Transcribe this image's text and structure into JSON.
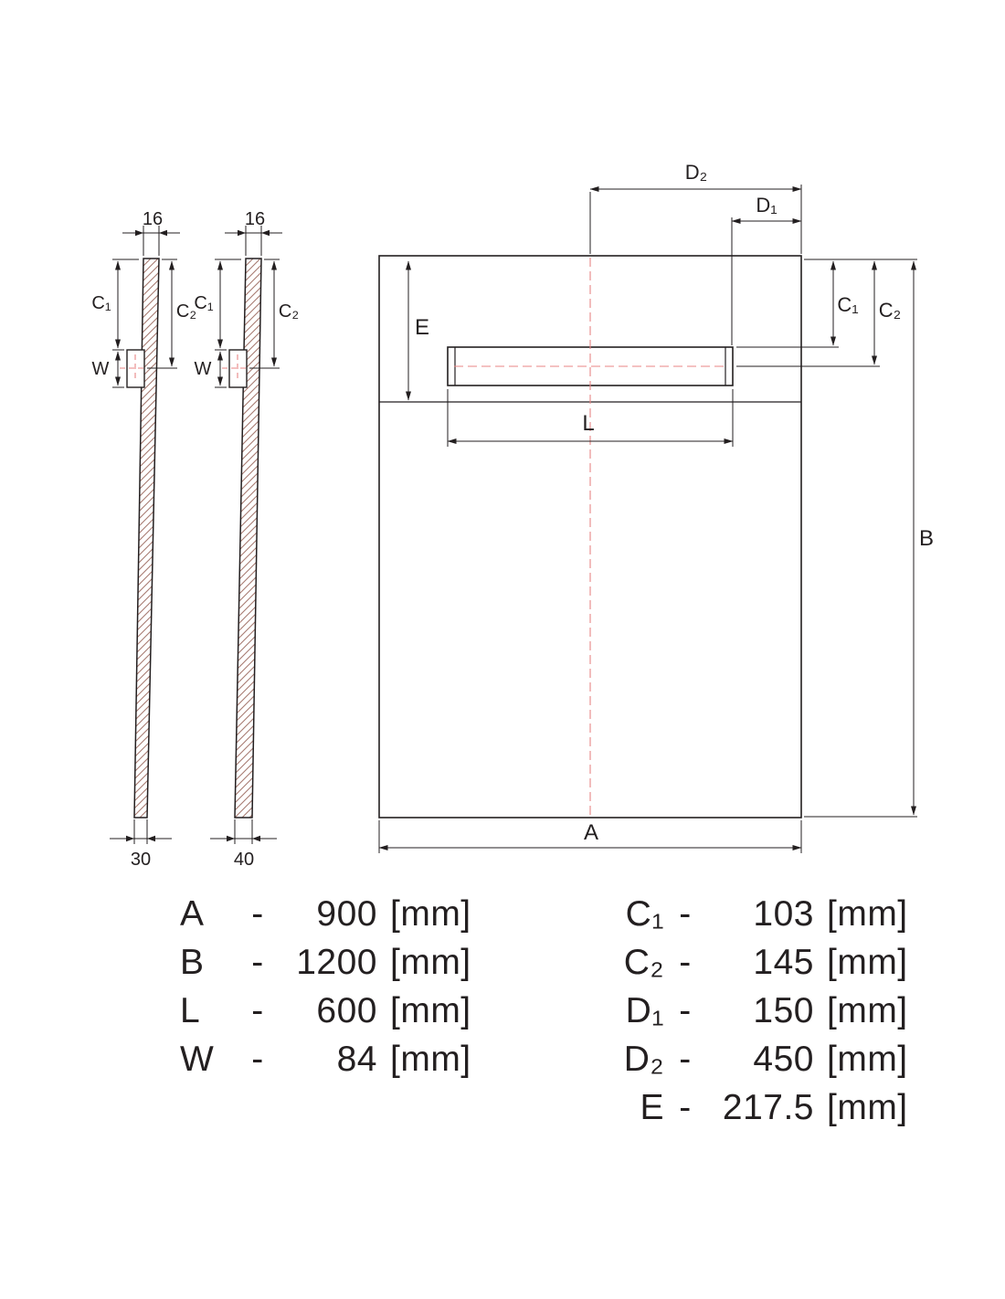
{
  "drawing": {
    "side_view_30": {
      "top_width": "16",
      "c1": "C₁",
      "c2": "C₂",
      "w": "W",
      "bottom_width": "30"
    },
    "side_view_40": {
      "top_width": "16",
      "c1": "C₁",
      "c2": "C₂",
      "w": "W",
      "bottom_width": "40"
    },
    "plan_view": {
      "d2": "D₂",
      "d1": "D₁",
      "c1": "C₁",
      "c2": "C₂",
      "e": "E",
      "b": "B",
      "l": "L",
      "a": "A"
    }
  },
  "table": {
    "separator": "-",
    "left_rows": [
      {
        "label": "A",
        "value": "900",
        "unit": "[mm]"
      },
      {
        "label": "B",
        "value": "1200",
        "unit": "[mm]"
      },
      {
        "label": "L",
        "value": "600",
        "unit": "[mm]"
      },
      {
        "label": "W",
        "value": "84",
        "unit": "[mm]"
      }
    ],
    "right_rows": [
      {
        "label": "C₁",
        "value": "103",
        "unit": "[mm]"
      },
      {
        "label": "C₂",
        "value": "145",
        "unit": "[mm]"
      },
      {
        "label": "D₁",
        "value": "150",
        "unit": "[mm]"
      },
      {
        "label": "D₂",
        "value": "450",
        "unit": "[mm]"
      },
      {
        "label": "E",
        "value": "217.5",
        "unit": "[mm]"
      }
    ]
  },
  "colors": {
    "outline": "#231f20",
    "centerline": "#e88585",
    "hatch": "#a87b72"
  }
}
